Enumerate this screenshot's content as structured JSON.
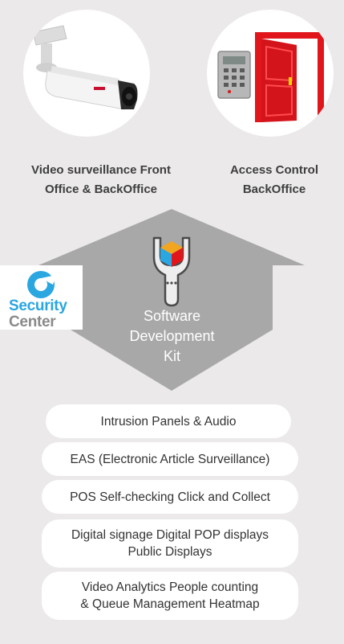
{
  "top_nodes": {
    "video": {
      "icon": "security-camera-icon",
      "lines": [
        "Video surveillance Front",
        "Office & BackOffice"
      ]
    },
    "access": {
      "icon": "access-control-door-icon",
      "lines": [
        "Access Control",
        "BackOffice"
      ]
    }
  },
  "hub": {
    "icon": "sdk-wrench-cube-icon",
    "lines": [
      "Software",
      "Development",
      "Kit"
    ]
  },
  "logo": {
    "icon": "security-center-logo-icon",
    "word1": "Security",
    "word2": "Center"
  },
  "modules": [
    {
      "lines": [
        "Intrusion Panels & Audio"
      ]
    },
    {
      "lines": [
        "EAS (Electronic Article Surveillance)"
      ]
    },
    {
      "lines": [
        "POS Self-checking Click and Collect"
      ]
    },
    {
      "lines": [
        "Digital signage Digital POP displays",
        "Public Displays"
      ]
    },
    {
      "lines": [
        "Video Analytics People counting",
        "& Queue Management Heatmap"
      ]
    }
  ],
  "colors": {
    "background": "#ebe9ea",
    "hub_shape": "#a8a8a8",
    "text_dark": "#3e3e3e",
    "door_red": "#e0161c",
    "logo_blue": "#2aa6e0",
    "logo_gray": "#8a8a8a"
  }
}
